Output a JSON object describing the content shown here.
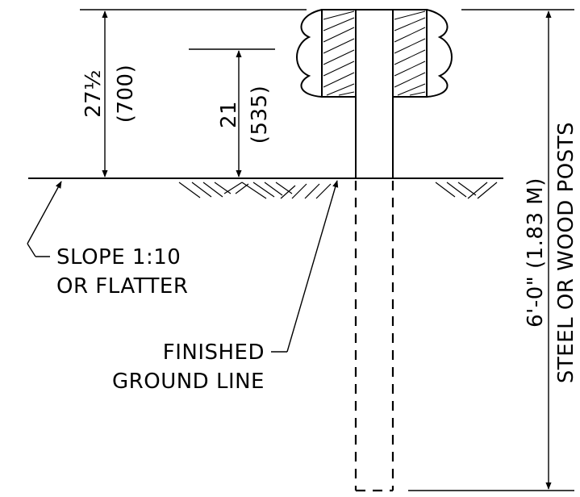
{
  "dimensions": {
    "rail_height": {
      "imperial": "27½",
      "metric": "(700)"
    },
    "post_top_height": {
      "imperial": "21",
      "metric": "(535)"
    },
    "post_length": {
      "text": "6'-0\" (1.83 M)"
    }
  },
  "callouts": {
    "slope": {
      "line1": "SLOPE 1:10",
      "line2": "OR FLATTER"
    },
    "ground": {
      "line1": "FINISHED",
      "line2": "GROUND LINE"
    },
    "posts": {
      "text": "STEEL OR WOOD POSTS"
    }
  }
}
